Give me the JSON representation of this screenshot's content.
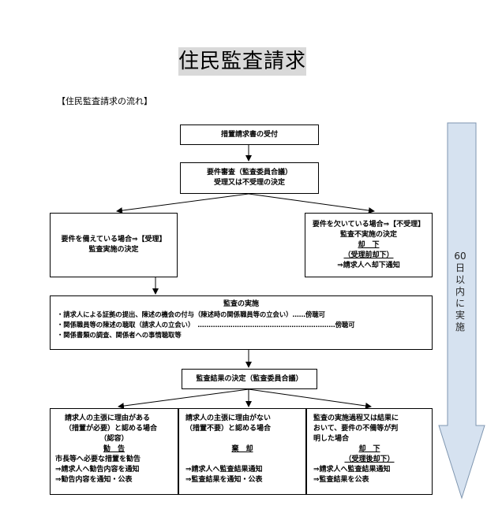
{
  "title": "住民監査請求",
  "section_label": "【住民監査請求の流れ】",
  "side_label": "60日以内に実施",
  "boxes": {
    "receipt": "措置請求書の受付",
    "review": [
      "要件審査（監査委員合議）",
      "受理又は不受理の決定"
    ],
    "accepted": [
      "要件を備えている場合⇒【受理】",
      "監査実施の決定"
    ],
    "rejected": {
      "lines": [
        "要件を欠いている場合⇒【不受理】",
        "監査不実施の決定"
      ],
      "verdict": "却　下",
      "sub": "（受理前却下）",
      "notice": "⇒請求人へ却下通知"
    },
    "audit": {
      "heading": "監査の実施",
      "items": [
        "・請求人による証拠の提出、陳述の機会の付与（陳述時の関係職員等の立会い）……傍聴可",
        "・関係職員等の陳述の聴取（請求人の立会い）　………………………………………………………傍聴可",
        "・関係書類の調査、関係者への事情聴取等"
      ]
    },
    "decision": "監査結果の決定（監査委員合議）",
    "outcomes": [
      {
        "lines": [
          "請求人の主張に理由がある",
          "（措置が必要）と認める場合"
        ],
        "sub": "（認容）",
        "verdict": "勧　告",
        "after": [
          "市長等へ必要な措置を勧告",
          "⇒請求人へ勧告内容を通知",
          "⇒勧告内容を通知・公表"
        ]
      },
      {
        "lines": [
          "請求人の主張に理由がない",
          "（措置不要）と認める場合"
        ],
        "verdict": "棄　却",
        "after": [
          "⇒請求人へ監査結果通知",
          "⇒監査結果を通知・公表"
        ]
      },
      {
        "lines": [
          "監査の実施過程又は結果に",
          "おいて、要件の不備等が判",
          "明した場合"
        ],
        "verdict": "却　下",
        "sub": "（受理後却下）",
        "after": [
          "⇒請求人へ監査結果通知",
          "⇒監査結果を公表"
        ]
      }
    ]
  }
}
